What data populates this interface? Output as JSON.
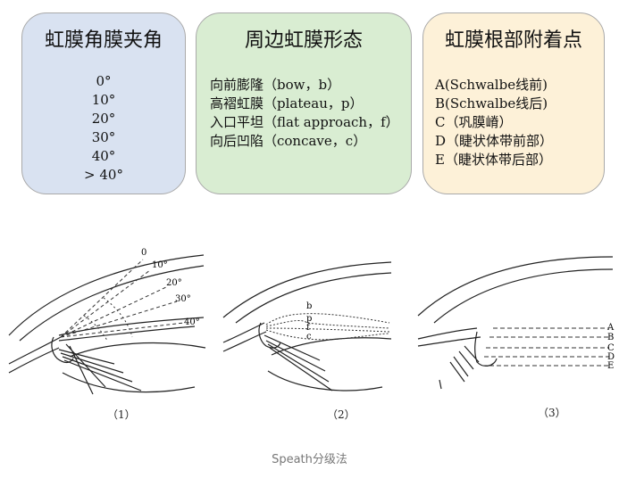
{
  "boxes": {
    "angle": {
      "title": "虹膜角膜夹角",
      "items": [
        "0°",
        "10°",
        "20°",
        "30°",
        "40°",
        "> 40°"
      ]
    },
    "shape": {
      "title": "周边虹膜形态",
      "items": [
        "向前膨隆（bow，b）",
        "高褶虹膜（plateau，p）",
        "入口平坦（flat approach，f）",
        "向后凹陷（concave，c）"
      ]
    },
    "insertion": {
      "title": "虹膜根部附着点",
      "items": [
        "A(Schwalbe线前)",
        "B(Schwalbe线后)",
        "C（巩膜嵴）",
        "D（睫状体带前部）",
        "E（睫状体带后部）"
      ]
    }
  },
  "figures": {
    "fig1": {
      "label": "（1）",
      "angles": [
        "0",
        "10°",
        "20°",
        "30°",
        "40°"
      ]
    },
    "fig2": {
      "label": "（2）",
      "curves": [
        "b",
        "p",
        "f",
        "c"
      ]
    },
    "fig3": {
      "label": "（3）",
      "points": [
        "A",
        "B",
        "C",
        "D",
        "E"
      ]
    }
  },
  "caption": "Speath分级法"
}
